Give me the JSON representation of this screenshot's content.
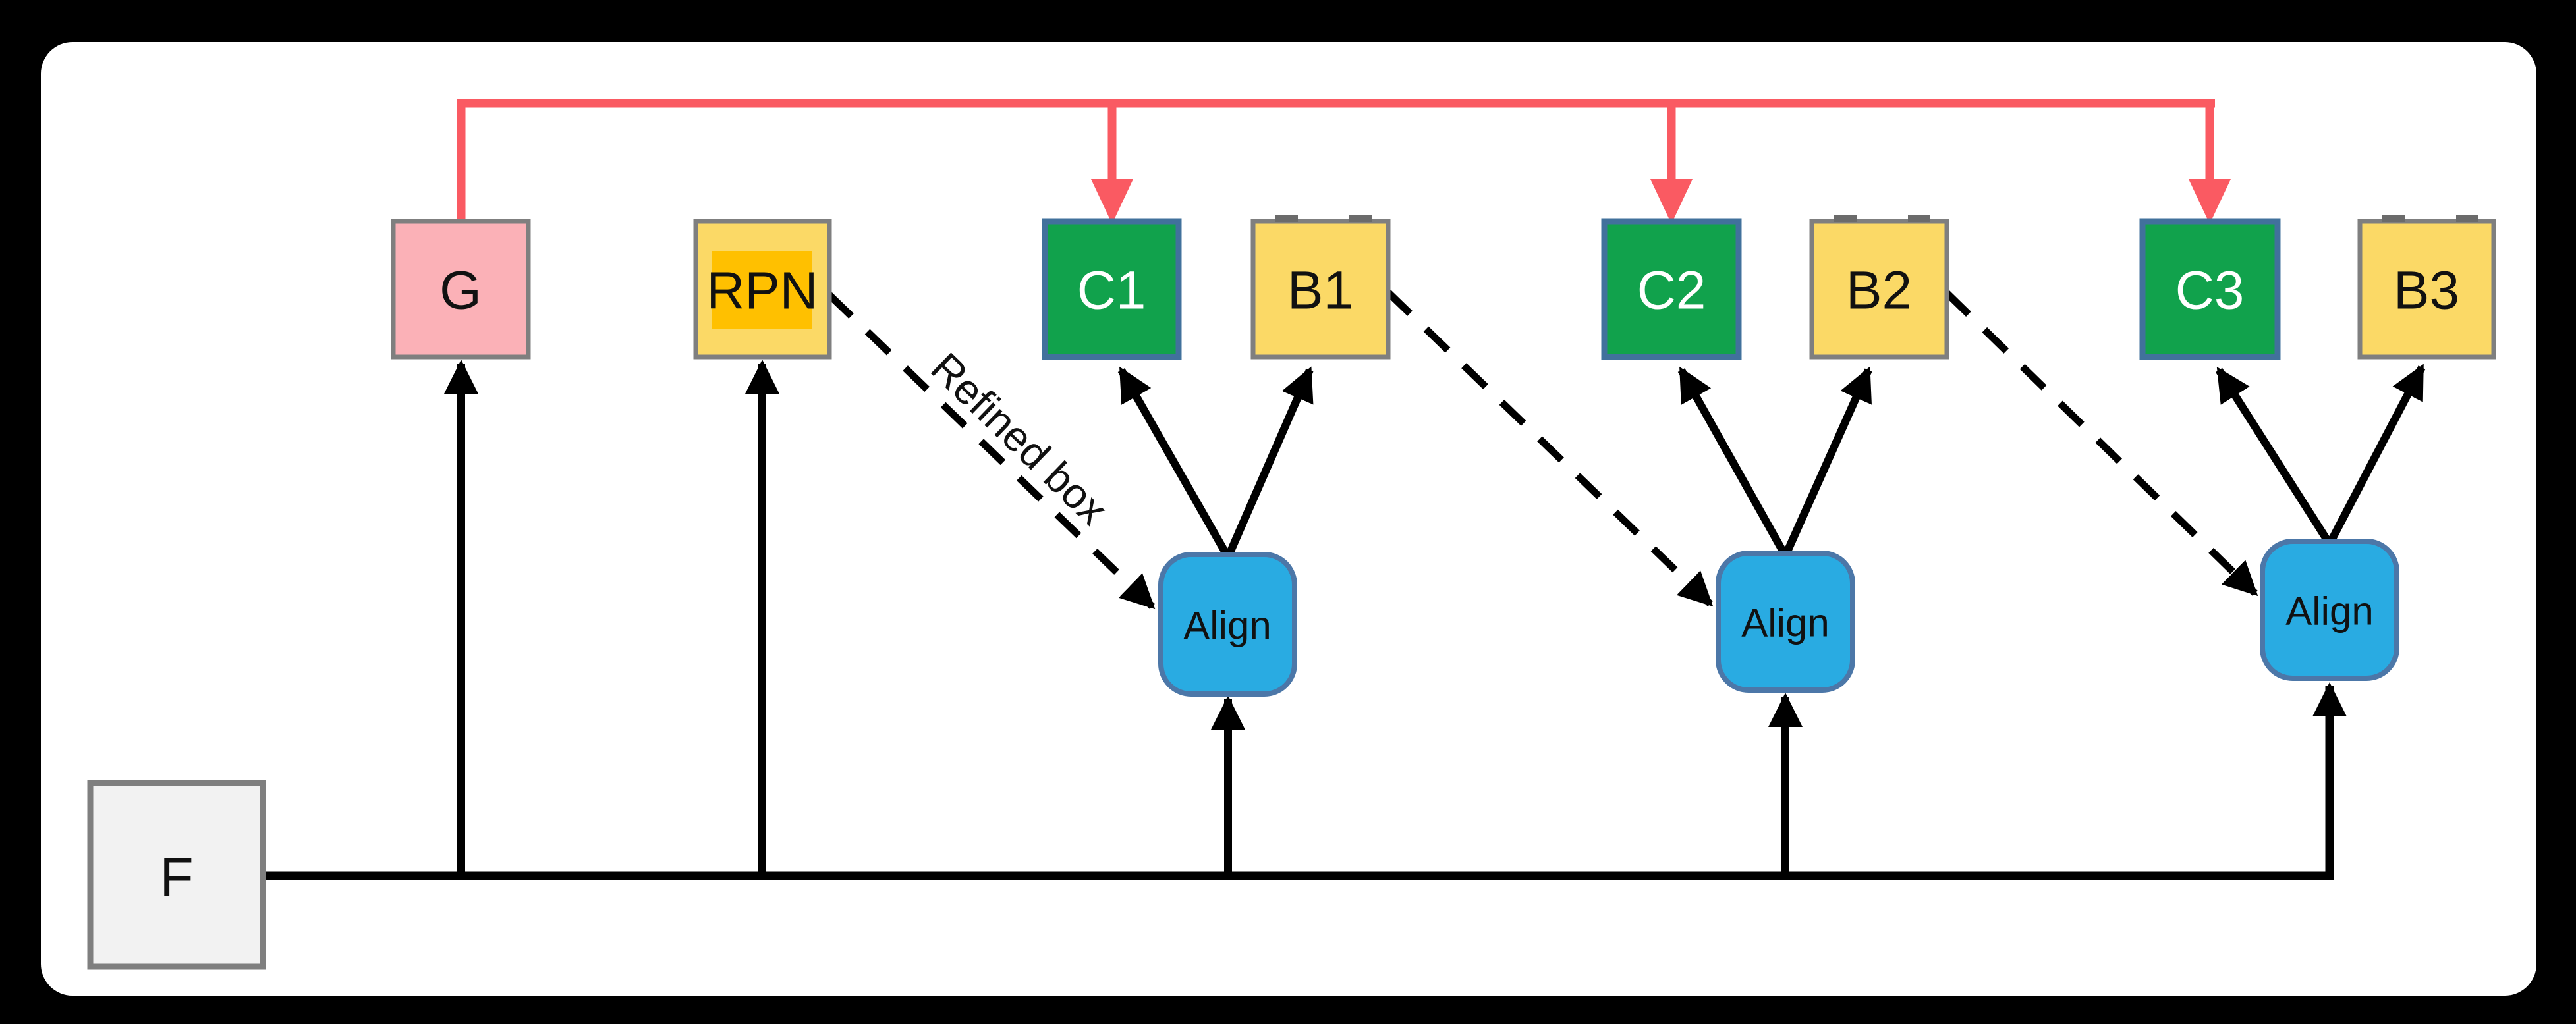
{
  "figure": {
    "panel_shape": "rounded-rectangle",
    "edge_label": "Refined box"
  },
  "colors": {
    "canvas_border": "#000000",
    "panel": "#ffffff",
    "feature_gray_fill": "#f2f2f2",
    "pink_fill": "#fbb1b7",
    "yellow_fill": "#fbd966",
    "rpn_highlight": "#ffc000",
    "green_fill": "#11a24c",
    "align_blue_fill": "#29abe2",
    "classifier_blue_border": "#41719c",
    "align_blue_border": "#4c77a8",
    "gray_border": "#7f7f7f",
    "notch_gray": "#6b6b6b",
    "red_line": "#fa5a62",
    "black_line": "#000000",
    "label_dark": "#111111",
    "label_white": "#ffffff"
  },
  "nodes": {
    "f": {
      "label": "F"
    },
    "g": {
      "label": "G"
    },
    "rpn": {
      "label": "RPN"
    },
    "c1": {
      "label": "C1"
    },
    "b1": {
      "label": "B1"
    },
    "c2": {
      "label": "C2"
    },
    "b2": {
      "label": "B2"
    },
    "c3": {
      "label": "C3"
    },
    "b3": {
      "label": "B3"
    },
    "align1": {
      "label": "Align"
    },
    "align2": {
      "label": "Align"
    },
    "align3": {
      "label": "Align"
    }
  },
  "labels": {
    "refined_box": "Refined box"
  }
}
